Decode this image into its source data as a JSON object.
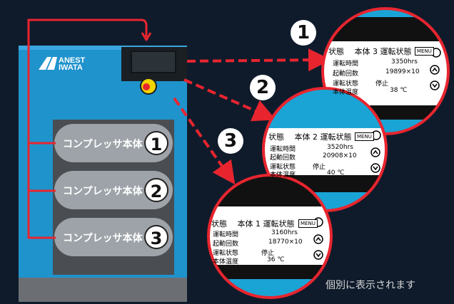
{
  "logo": {
    "line1": "ANEST",
    "line2": "IWATA"
  },
  "compressors": [
    {
      "label": "コンプレッサ本体",
      "number": "1"
    },
    {
      "label": "コンプレッサ本体",
      "number": "2"
    },
    {
      "label": "コンプレッサ本体",
      "number": "3"
    }
  ],
  "callout_numbers": [
    "1",
    "2",
    "3"
  ],
  "screens": [
    {
      "title": "状態　 本体 3 運転状態",
      "menu": "MENU",
      "rows": [
        {
          "label": "運転時間",
          "value": "3350hrs"
        },
        {
          "label": "起動回数",
          "value": "19899×10"
        },
        {
          "label": "運転状態",
          "value": "停止"
        },
        {
          "label": "本体温度",
          "value": "38  ℃"
        }
      ]
    },
    {
      "title": "状態　 本体 2 運転状態",
      "menu": "MENU",
      "rows": [
        {
          "label": "運転時間",
          "value": "3520hrs"
        },
        {
          "label": "起動回数",
          "value": "20908×10"
        },
        {
          "label": "運転状態",
          "value": "停止"
        },
        {
          "label": "本体温度",
          "value": "40  ℃"
        }
      ]
    },
    {
      "title": "状態　 本体 1 運転状態",
      "menu": "MENU",
      "rows": [
        {
          "label": "運転時間",
          "value": "3160hrs"
        },
        {
          "label": "起動回数",
          "value": "18770×10"
        },
        {
          "label": "運転状態",
          "value": "停止"
        },
        {
          "label": "本体温度",
          "value": "36  ℃"
        }
      ]
    }
  ],
  "caption": "個別に表示されます",
  "colors": {
    "background": "#0f1b2b",
    "unit_blue": "#1f93cc",
    "arrow_red": "#e8252f",
    "screen_bar": "#1aa4d6"
  }
}
